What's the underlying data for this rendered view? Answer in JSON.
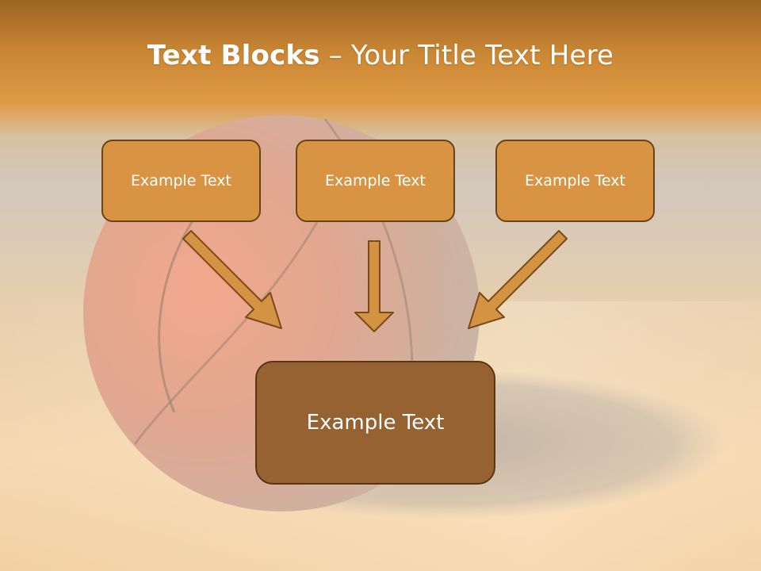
{
  "title": {
    "bold": "Text Blocks",
    "dash": " – ",
    "rest": "Your Title Text Here"
  },
  "top_blocks": [
    {
      "label": "Example Text"
    },
    {
      "label": "Example Text"
    },
    {
      "label": "Example Text"
    }
  ],
  "bottom_block": {
    "label": "Example Text"
  },
  "colors": {
    "header_orange": "#d38a32",
    "block_fill": "#d89443",
    "block_border": "#6a4418",
    "bottom_fill": "#966232",
    "arrow_fill": "#d49343",
    "arrow_stroke": "#7a4a18"
  }
}
